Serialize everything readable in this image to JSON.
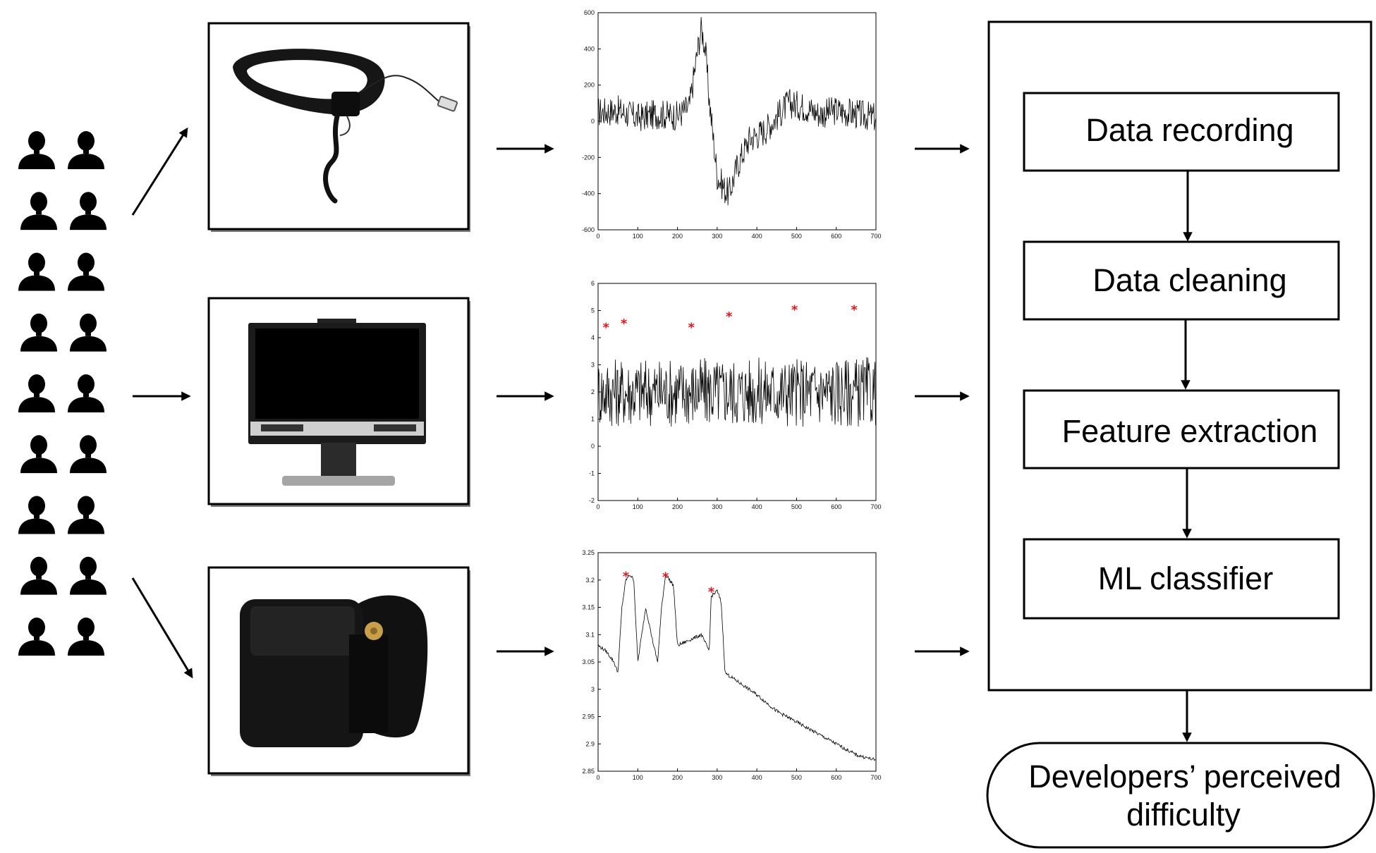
{
  "pipeline": {
    "steps": [
      "Data recording",
      "Data cleaning",
      "Feature extraction",
      "ML classifier"
    ],
    "outcome": [
      "Developers’ perceived",
      "difficulty"
    ]
  },
  "participants": {
    "icon": "person-silhouette-icon",
    "count": 18
  },
  "devices": [
    {
      "name": "eeg-headband",
      "icon": "eeg-headband-icon"
    },
    {
      "name": "eye-tracker-monitor",
      "icon": "eye-tracker-monitor-icon"
    },
    {
      "name": "wrist-sensor",
      "icon": "wrist-sensor-icon"
    }
  ],
  "chart_data": [
    {
      "type": "line",
      "title": "",
      "xlabel": "",
      "ylabel": "",
      "xlim": [
        0,
        700
      ],
      "ylim": [
        -600,
        600
      ],
      "xticks": [
        0,
        100,
        200,
        300,
        400,
        500,
        600,
        700
      ],
      "yticks": [
        -600,
        -400,
        -200,
        0,
        200,
        400,
        600
      ],
      "series": [
        {
          "x": [
            0,
            50,
            100,
            150,
            200,
            230,
            250,
            260,
            270,
            280,
            300,
            320,
            330,
            350,
            380,
            420,
            480,
            520,
            560,
            600,
            650,
            700
          ],
          "y": [
            50,
            60,
            20,
            40,
            30,
            80,
            380,
            520,
            400,
            120,
            -300,
            -380,
            -400,
            -250,
            -100,
            -50,
            100,
            80,
            40,
            60,
            40,
            20
          ]
        }
      ]
    },
    {
      "type": "line",
      "title": "",
      "xlabel": "",
      "ylabel": "",
      "xlim": [
        0,
        700
      ],
      "ylim": [
        -2,
        6
      ],
      "xticks": [
        0,
        100,
        200,
        300,
        400,
        500,
        600,
        700
      ],
      "yticks": [
        -2,
        -1,
        0,
        1,
        2,
        3,
        4,
        5,
        6
      ],
      "series": [
        {
          "x": [
            0,
            700
          ],
          "y": [
            2,
            2
          ]
        }
      ],
      "markers": [
        {
          "x": 20,
          "y": 4.4
        },
        {
          "x": 65,
          "y": 4.55
        },
        {
          "x": 235,
          "y": 4.4
        },
        {
          "x": 330,
          "y": 4.8
        },
        {
          "x": 495,
          "y": 5.05
        },
        {
          "x": 645,
          "y": 5.05
        }
      ],
      "marker_color": "#e4161b"
    },
    {
      "type": "line",
      "title": "",
      "xlabel": "",
      "ylabel": "",
      "xlim": [
        0,
        700
      ],
      "ylim": [
        2.85,
        3.25
      ],
      "xticks": [
        0,
        100,
        200,
        300,
        400,
        500,
        600,
        700
      ],
      "yticks": [
        2.85,
        2.9,
        2.95,
        3,
        3.05,
        3.1,
        3.15,
        3.2,
        3.25
      ],
      "series": [
        {
          "x": [
            0,
            20,
            40,
            50,
            60,
            70,
            80,
            90,
            100,
            120,
            140,
            150,
            160,
            170,
            180,
            190,
            200,
            230,
            260,
            280,
            285,
            300,
            310,
            320,
            340,
            400,
            450,
            500,
            550,
            600,
            650,
            700
          ],
          "y": [
            3.08,
            3.07,
            3.05,
            3.03,
            3.15,
            3.2,
            3.21,
            3.2,
            3.05,
            3.15,
            3.08,
            3.05,
            3.15,
            3.21,
            3.2,
            3.19,
            3.08,
            3.09,
            3.1,
            3.07,
            3.17,
            3.18,
            3.16,
            3.03,
            3.02,
            2.99,
            2.96,
            2.94,
            2.92,
            2.9,
            2.88,
            2.87
          ]
        }
      ],
      "markers": [
        {
          "x": 70,
          "y": 3.208
        },
        {
          "x": 170,
          "y": 3.207
        },
        {
          "x": 285,
          "y": 3.18
        }
      ],
      "marker_color": "#e4161b"
    }
  ]
}
